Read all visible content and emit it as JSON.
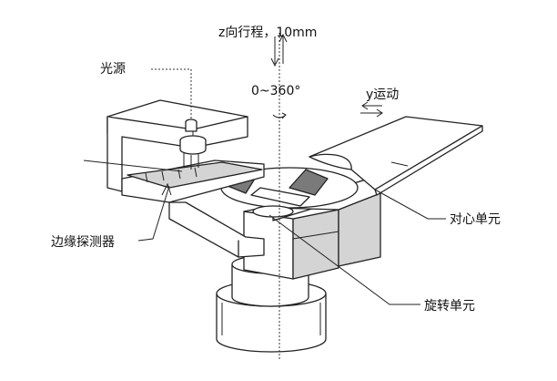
{
  "labels": {
    "z_travel": "z向行程，10mm",
    "rotation": "0~360°",
    "y_motion": "y运动",
    "light_source": "光源",
    "edge_detector": "边缘探测器",
    "centering_unit": "对心单元",
    "rotation_unit": "旋转单元"
  }
}
